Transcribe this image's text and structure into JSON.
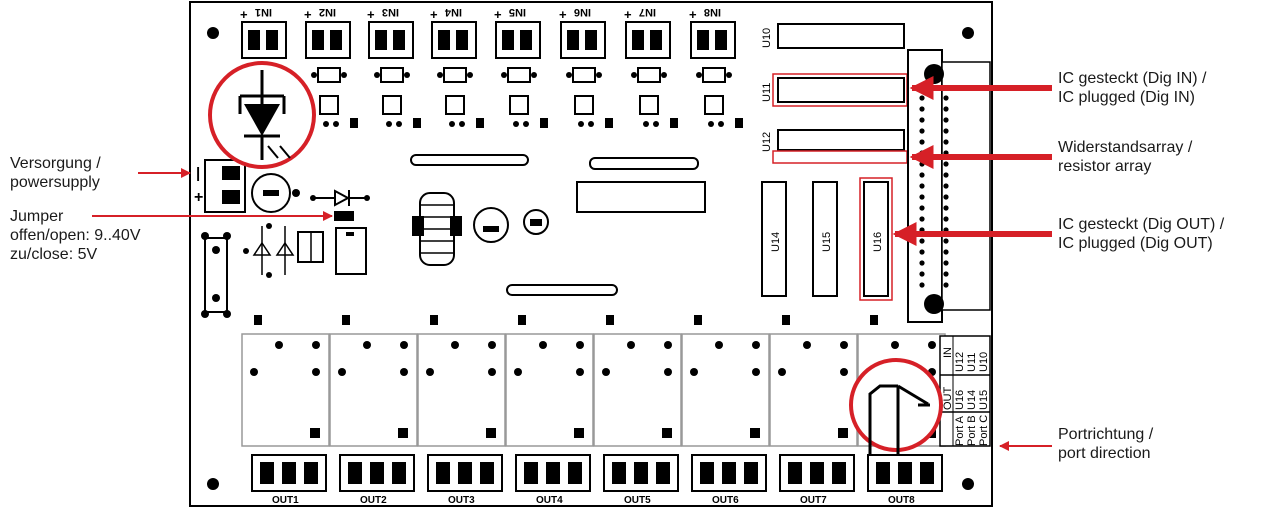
{
  "board": {
    "inputs": [
      "IN1",
      "IN2",
      "IN3",
      "IN4",
      "IN5",
      "IN6",
      "IN7",
      "IN8"
    ],
    "outputs": [
      "OUT1",
      "OUT2",
      "OUT3",
      "OUT4",
      "OUT5",
      "OUT6",
      "OUT7",
      "OUT8"
    ],
    "ic_labels": {
      "u10": "U10",
      "u11": "U11",
      "u12": "U12",
      "u14": "U14",
      "u15": "U15",
      "u16": "U16"
    },
    "port_table": {
      "in_header": "IN",
      "out_header": "OUT",
      "in_chips": [
        "U12",
        "U11",
        "U10"
      ],
      "out_chips": [
        "U16",
        "U14",
        "U15"
      ],
      "ports": [
        "Port A",
        "Port B",
        "Port C"
      ]
    },
    "plus_sign": "+",
    "minus_sign": "|"
  },
  "annotations": {
    "supply_line1": "Versorgung /",
    "supply_line2": "powersupply",
    "jumper_title": "Jumper",
    "jumper_open": "offen/open: 9..40V",
    "jumper_close": "zu/close: 5V",
    "ic_in_line1": "IC gesteckt (Dig IN) /",
    "ic_in_line2": "IC plugged (Dig IN)",
    "resistor_line1": "Widerstandsarray /",
    "resistor_line2": "resistor array",
    "ic_out_line1": "IC gesteckt (Dig OUT) /",
    "ic_out_line2": "IC plugged (Dig OUT)",
    "port_line1": "Portrichtung /",
    "port_line2": "port direction"
  },
  "colors": {
    "highlight": "#d62027",
    "ink": "#000000",
    "board": "#ffffff"
  }
}
